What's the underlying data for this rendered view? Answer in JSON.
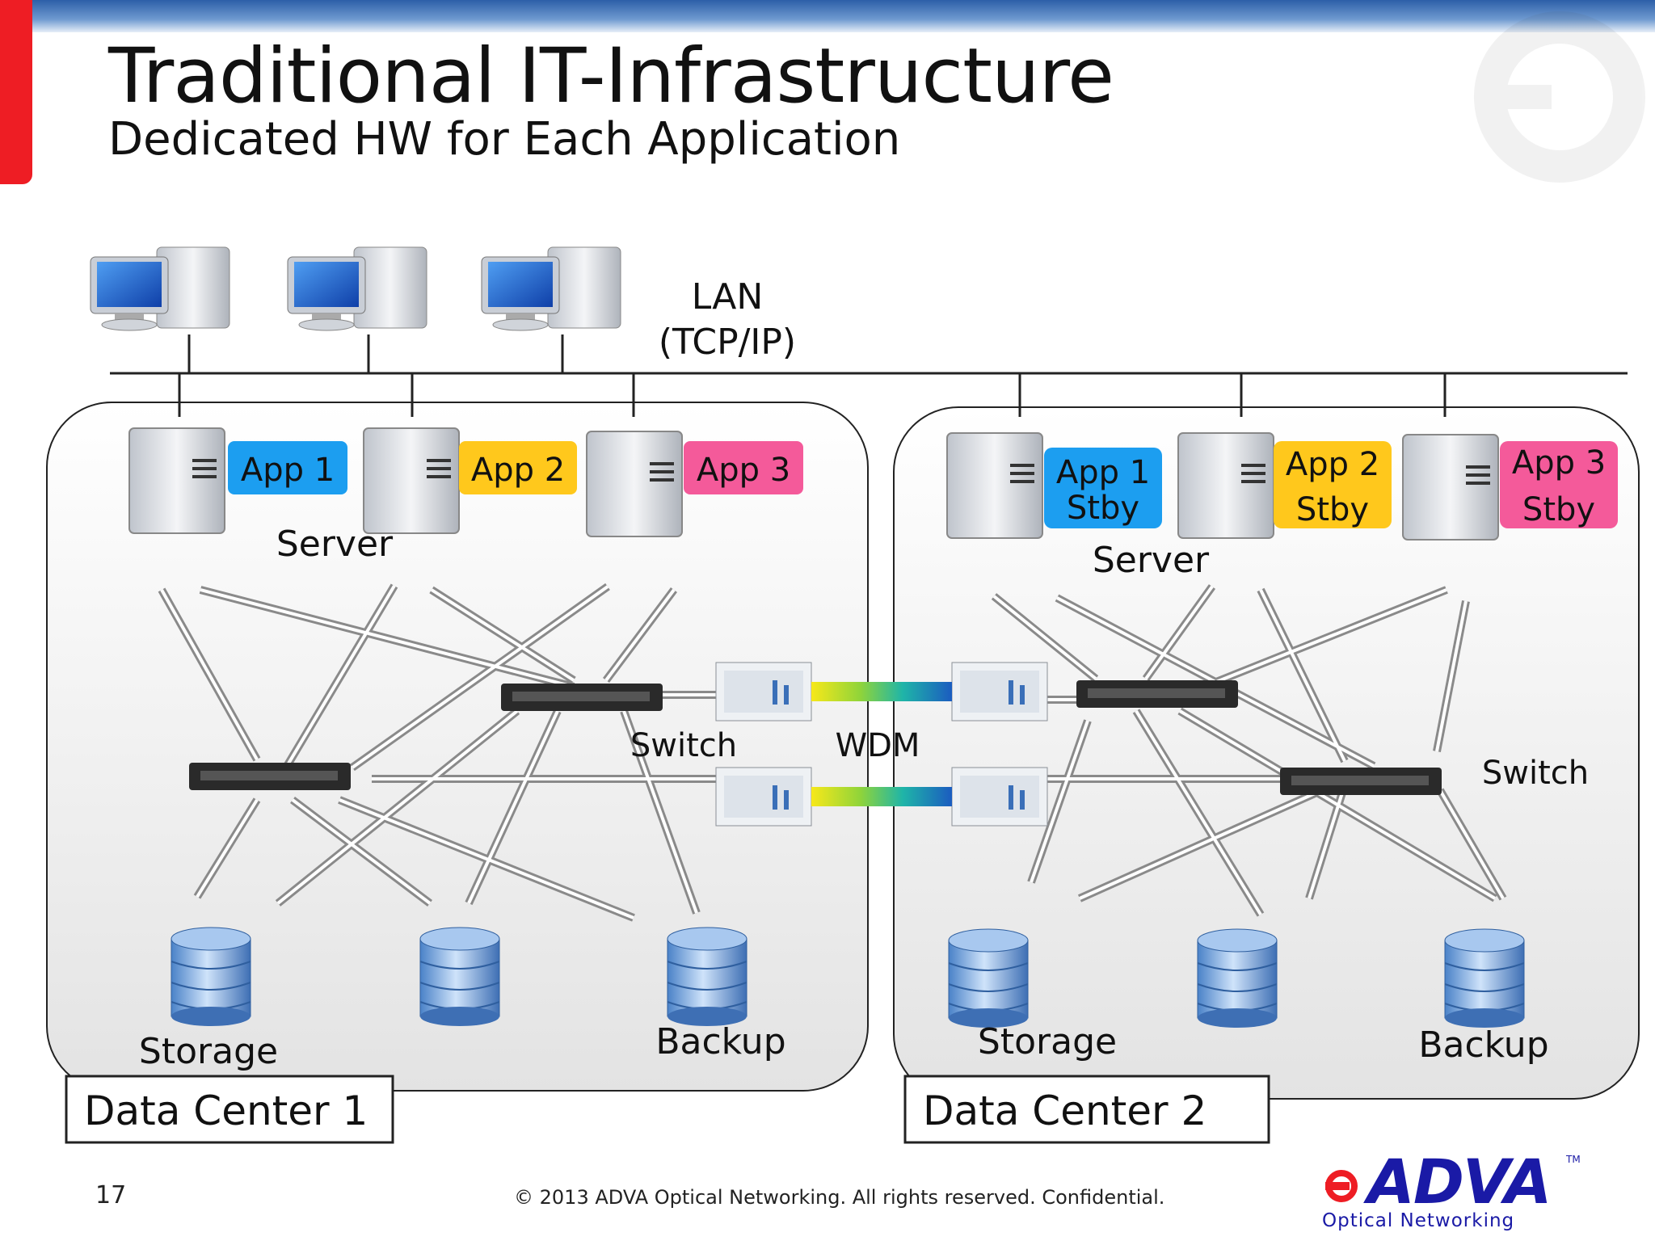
{
  "slide": {
    "title": "Traditional IT-Infrastructure",
    "subtitle": "Dedicated HW for Each Application",
    "page_number": "17",
    "copyright": "© 2013 ADVA Optical Networking. All rights reserved. Confidential.",
    "logo_text": "ADVA",
    "logo_tagline": "Optical Networking",
    "logo_tm": "TM"
  },
  "diagram": {
    "lan_label_line1": "LAN",
    "lan_label_line2": "(TCP/IP)",
    "wdm_label": "WDM",
    "dc1": {
      "label": "Data Center 1",
      "server_label": "Server",
      "switch_label": "Switch",
      "storage_label": "Storage",
      "backup_label": "Backup",
      "apps": [
        {
          "line1": "App 1",
          "line2": "",
          "color": "#1c9ef0"
        },
        {
          "line1": "App 2",
          "line2": "",
          "color": "#ffc81c"
        },
        {
          "line1": "App 3",
          "line2": "",
          "color": "#f45a9a"
        }
      ]
    },
    "dc2": {
      "label": "Data Center 2",
      "server_label": "Server",
      "switch_label": "Switch",
      "storage_label": "Storage",
      "backup_label": "Backup",
      "apps": [
        {
          "line1": "App 1",
          "line2": "Stby",
          "color": "#1c9ef0"
        },
        {
          "line1": "App 2",
          "line2": "Stby",
          "color": "#ffc81c"
        },
        {
          "line1": "App 3",
          "line2": "Stby",
          "color": "#f45a9a"
        }
      ]
    }
  }
}
